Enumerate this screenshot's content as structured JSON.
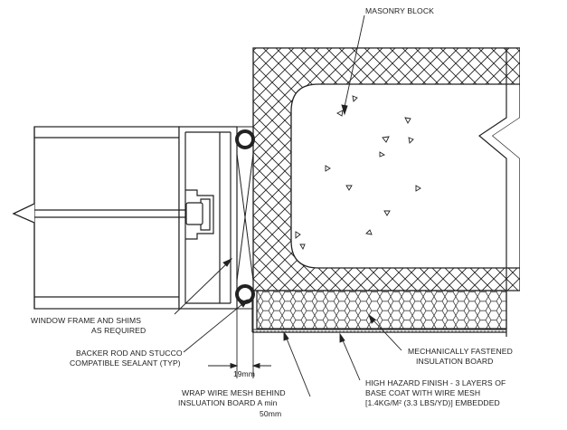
{
  "labels": {
    "masonry_block": "MASONRY BLOCK",
    "window_frame_1": "WINDOW FRAME AND SHIMS",
    "window_frame_2": "AS REQUIRED",
    "backer_rod_1": "BACKER ROD AND STUCCO",
    "backer_rod_2": "COMPATIBLE SEALANT (TYP)",
    "mech_fastened_1": "MECHANICALLY FASTENED",
    "mech_fastened_2": "INSULATION BOARD",
    "high_hazard_1": "HIGH HAZARD FINISH - 3 LAYERS OF",
    "high_hazard_2": "BASE COAT WITH WIRE MESH",
    "high_hazard_3": "[1.4KG/M² (3.3 LBS/YD)] EMBEDDED",
    "wrap_mesh_1": "WRAP WIRE MESH BEHIND",
    "wrap_mesh_2": "INSLUATION BOARD A min",
    "wrap_mesh_3": "50mm"
  },
  "dimensions": {
    "joint_width": "19mm"
  },
  "colors": {
    "line": "#222222",
    "background": "#ffffff"
  }
}
